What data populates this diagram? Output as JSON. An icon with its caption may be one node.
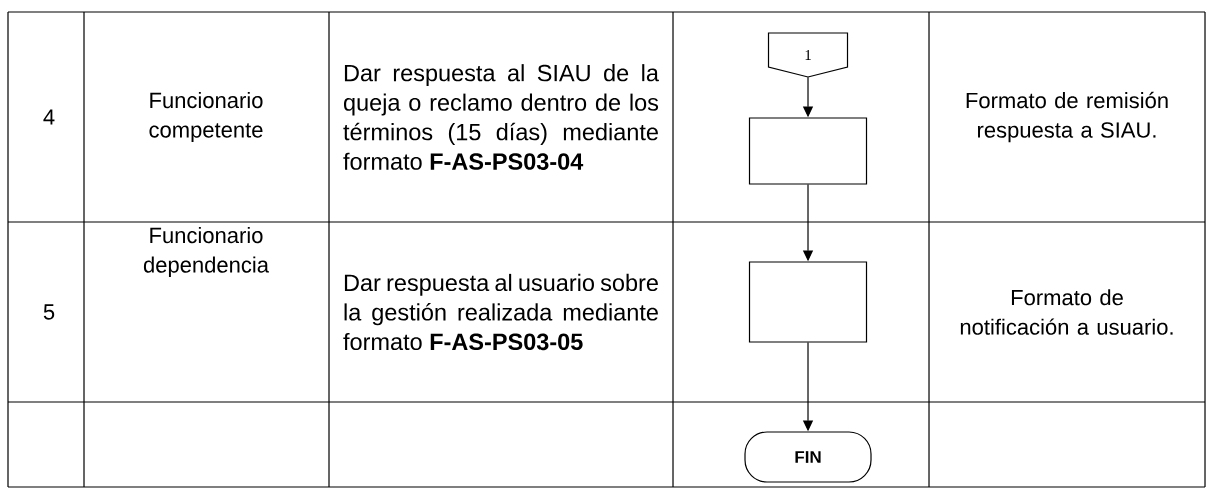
{
  "diagram": {
    "nodes": [
      {
        "text": [
          "1"
        ]
      },
      {
        "text": [],
        "shape": "box"
      },
      {
        "text": [],
        "shape": "box"
      },
      {
        "text": [
          "FIN"
        ]
      }
    ],
    "edges": [
      {
        "from": 0,
        "to": 1,
        "arrow": "to"
      },
      {
        "from": 1,
        "to": 2,
        "arrow": "to"
      },
      {
        "from": 2,
        "to": 3,
        "arrow": "to"
      }
    ],
    "labels": [
      "4",
      "Funcionario competente",
      "Dar respuesta al SIAU de la queja o reclamo dentro de los términos (15 días) mediante formato **F-AS-PS03-04**",
      "Formato de remisión respuesta a SIAU.",
      "5",
      "Funcionario dependencia",
      "Dar respuesta al usuario sobre la gestión realizada mediante formato **F-AS-PS03-05**",
      "Formato de notificación a usuario."
    ]
  }
}
